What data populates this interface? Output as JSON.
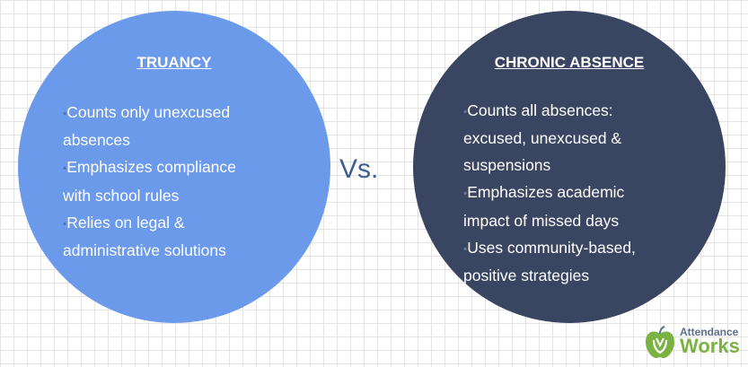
{
  "left": {
    "title": "TRUANCY",
    "bullets": [
      "Counts only unexcused",
      "absences",
      "Emphasizes compliance",
      "with school rules",
      "Relies on legal &",
      "administrative solutions"
    ],
    "color": "#6b9aeb"
  },
  "vs_label": "Vs.",
  "right": {
    "title": "CHRONIC ABSENCE",
    "bullets": [
      "Counts all absences:",
      "excused, unexcused &",
      "suspensions",
      "Emphasizes academic",
      "impact of missed  days",
      "Uses community-based,",
      "positive strategies"
    ],
    "color": "#3a4661"
  },
  "logo": {
    "line1": "Attendance",
    "line2": "Works",
    "icon": "apple-icon"
  }
}
